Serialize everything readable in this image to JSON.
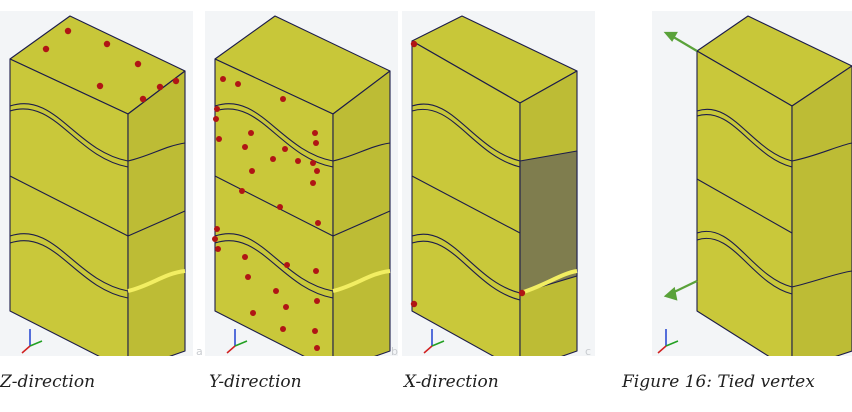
{
  "figures": [
    {
      "caption": "Z-direction",
      "tag": "a",
      "marker_color": "#b01515"
    },
    {
      "caption": "Y-direction",
      "tag": "b",
      "marker_color": "#b01515"
    },
    {
      "caption": "X-direction",
      "tag": "c",
      "marker_color": "#b01515"
    },
    {
      "caption": "Figure 16: Tied vertex",
      "tag": "",
      "marker_color": "#5aa23a"
    }
  ],
  "colors": {
    "solid_face": "#c9c83a",
    "solid_top": "#c8c739",
    "edge": "#1c1c4a",
    "highlight_face": "#7f7d4e",
    "highlight_edge": "#f2ee62",
    "triad_x": "#d02020",
    "triad_y": "#22a022",
    "triad_z": "#2040d0"
  }
}
